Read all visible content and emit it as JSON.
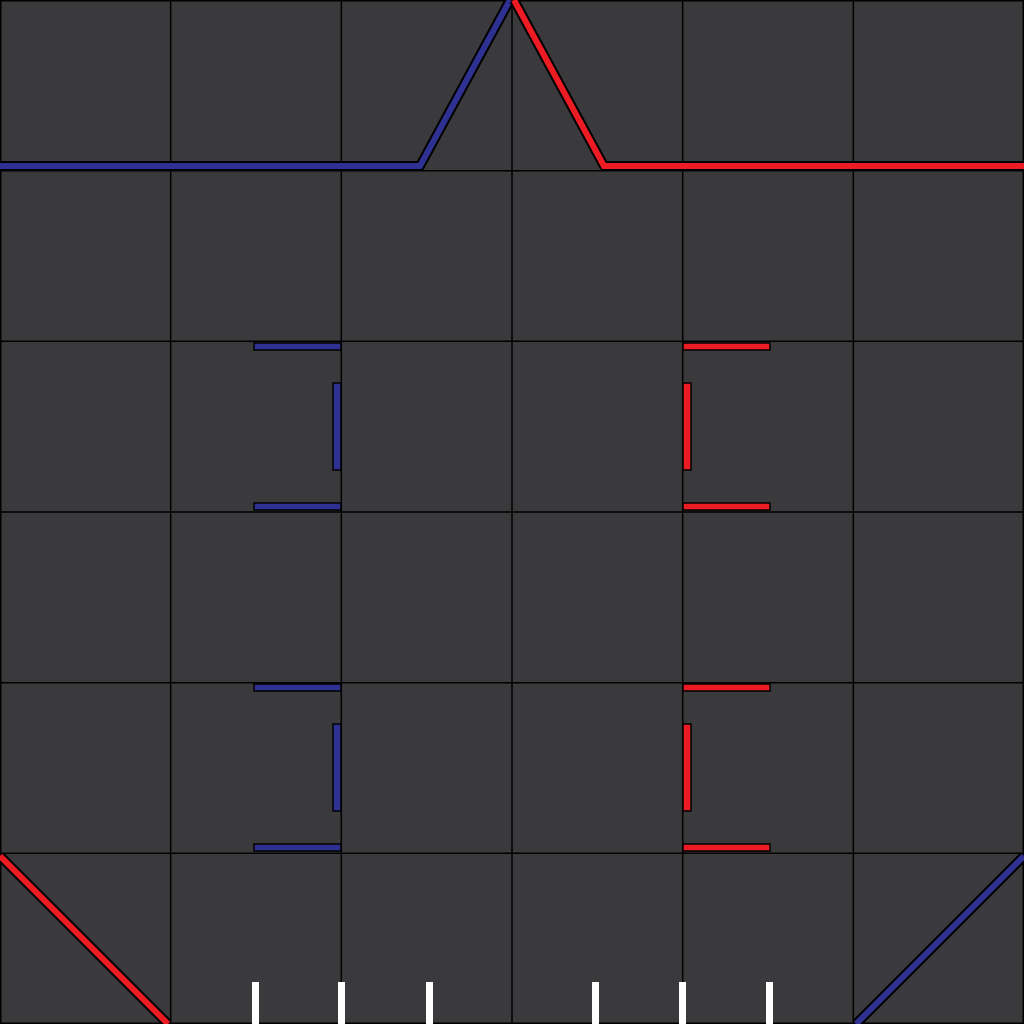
{
  "field": {
    "tile_color": "#3a3a3c",
    "grid_line_color": "#000000",
    "grid_rows": 6,
    "grid_cols": 6
  },
  "colors": {
    "blue": "#2e3192",
    "red": "#ed1c24",
    "white": "#ffffff",
    "outline": "#000000"
  },
  "elements": {
    "blue_top_boundary": "blue",
    "red_top_boundary": "red",
    "red_bottom_left_diagonal": "red",
    "blue_bottom_right_diagonal": "blue",
    "blue_bracket_upper": "blue",
    "blue_bracket_lower": "blue",
    "red_bracket_upper": "red",
    "red_bracket_lower": "red",
    "white_marker_count": 6
  }
}
